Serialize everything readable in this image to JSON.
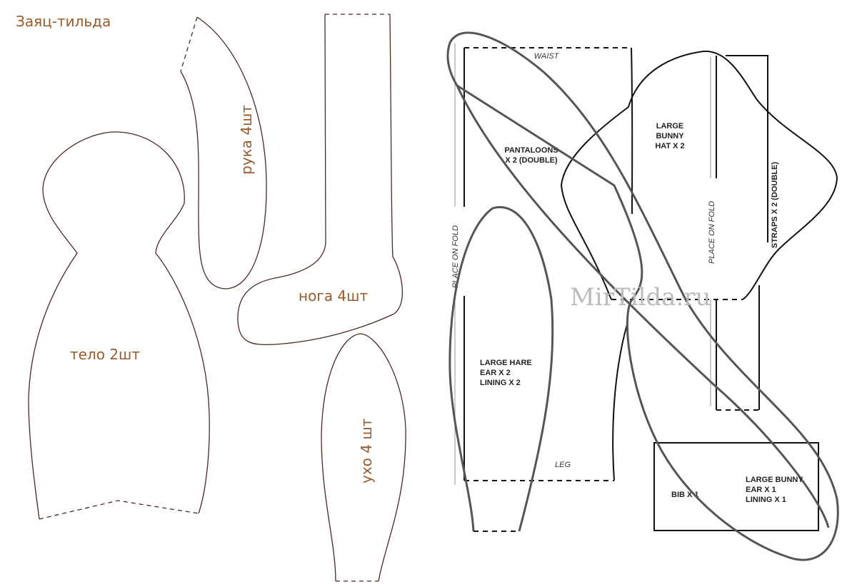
{
  "left_pattern": {
    "title": "Заяц-тильда",
    "labels": {
      "body": "тело 2шт",
      "arm": "рука 4шт",
      "leg": "нога 4шт",
      "ear": "ухо 4 шт"
    }
  },
  "right_pattern": {
    "pantaloons": {
      "line1": "PANTALOONS",
      "line2": "X 2 (DOUBLE)",
      "top": "WAIST",
      "bottom": "LEG",
      "side": "PLACE ON FOLD"
    },
    "hat": {
      "line1": "LARGE",
      "line2": "BUNNY",
      "line3": "HAT X 2"
    },
    "straps": {
      "label": "STRAPS X 2 (DOUBLE)",
      "side": "PLACE ON FOLD"
    },
    "hare_ear": {
      "line1": "LARGE HARE",
      "line2": "EAR X 2",
      "line3": "LINING X 2"
    },
    "bib": {
      "label": "BIB X 1"
    },
    "bunny_ear": {
      "line1": "LARGE BUNNY",
      "line2": "EAR X 1",
      "line3": "LINING X 1"
    },
    "watermark": "MirTilda.ru"
  },
  "colors": {
    "label": "#9b5a2a",
    "outline": "#4a2a20"
  }
}
